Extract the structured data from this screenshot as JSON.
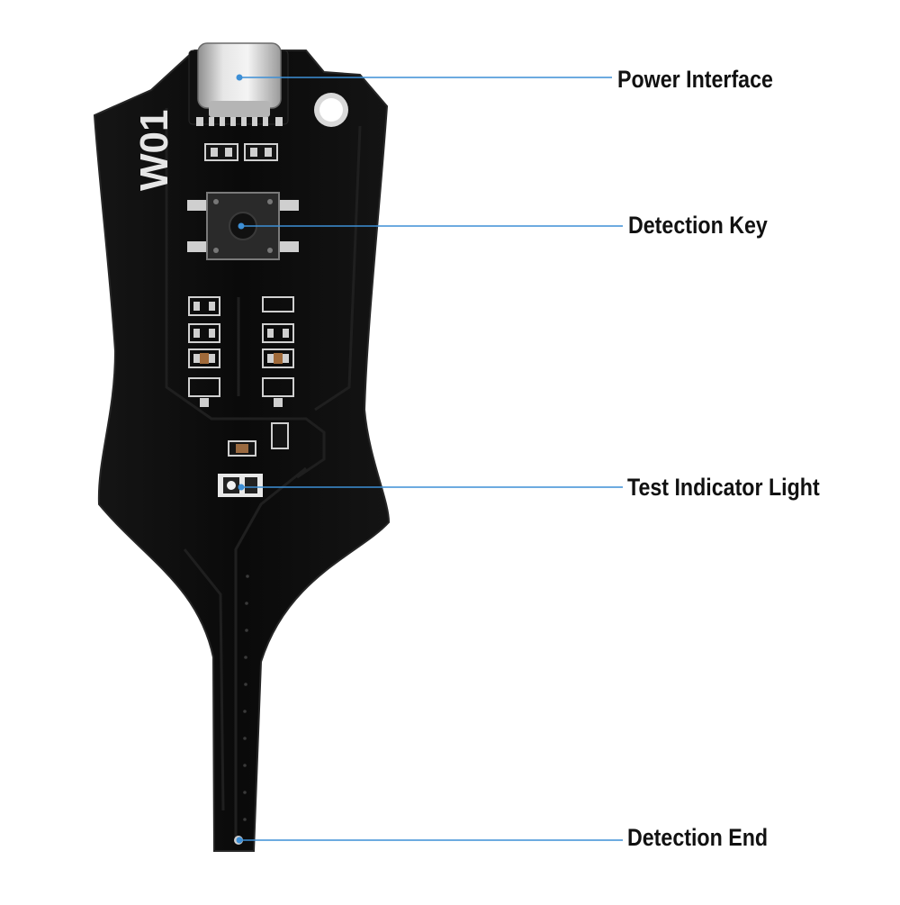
{
  "board": {
    "model_text": "W01",
    "colors": {
      "pcb": "#0b0b0b",
      "pcb_edge": "#1e1e1e",
      "pad": "#c9c9c9",
      "callout_line": "#3d8fd6",
      "label": "#111111"
    }
  },
  "callouts": [
    {
      "id": "power",
      "label": "Power Interface"
    },
    {
      "id": "key",
      "label": "Detection Key"
    },
    {
      "id": "light",
      "label": "Test Indicator Light"
    },
    {
      "id": "end",
      "label": "Detection End"
    }
  ]
}
